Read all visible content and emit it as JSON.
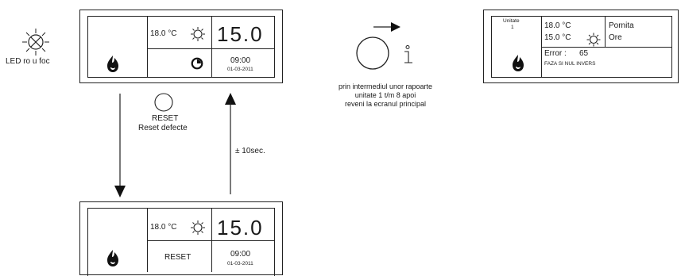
{
  "led_label": "LED ro u foc",
  "main_panel": {
    "temperature": "18.0 °C",
    "big_value": "15.0",
    "time": "09:00",
    "date": "01-03-2011"
  },
  "reset_button": {
    "label": "RESET",
    "description": "Reset defecte"
  },
  "timer_label": "± 10sec.",
  "rotary_text": [
    "prin intermediul unor rapoarte",
    "unitate 1 t/m 8 apoi",
    "reveni la ecranul principal"
  ],
  "info_panel": {
    "unitate_label": "Unitate",
    "unitate_value": "1",
    "temp1": "18.0 °C",
    "temp2": "15.0 °C",
    "status1": "Pornita",
    "status2": "Ore",
    "error_label": "Error :",
    "error_code": "65",
    "error_message": "FAZA SI NUL INVERS"
  },
  "reset_panel": {
    "temperature": "18.0 °C",
    "big_value": "15.0",
    "reset_text": "RESET",
    "time": "09:00",
    "date": "01-03-2011"
  }
}
